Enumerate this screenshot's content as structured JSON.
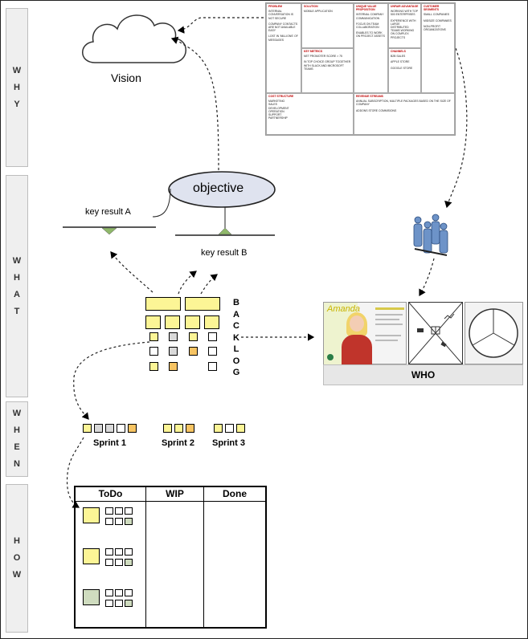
{
  "sections": {
    "why": [
      "W",
      "H",
      "Y"
    ],
    "what": [
      "W",
      "H",
      "A",
      "T"
    ],
    "when": [
      "W",
      "H",
      "E",
      "N"
    ],
    "how": [
      "H",
      "O",
      "W"
    ]
  },
  "vision": "Vision",
  "objective": "objective",
  "key_result_a": "key result A",
  "key_result_b": "key result B",
  "backlog_letters": [
    "B",
    "A",
    "C",
    "K",
    "L",
    "O",
    "G"
  ],
  "sprints": [
    "Sprint 1",
    "Sprint 2",
    "Sprint 3"
  ],
  "who": "WHO",
  "persona_name": "Amanda",
  "kanban": {
    "columns": [
      "ToDo",
      "WIP",
      "Done"
    ]
  },
  "lean_canvas": {
    "problem": {
      "title": "PROBLEM",
      "items": [
        "INTERNAL CONVERSATION IS NOT SECURE",
        "COMPANY CONTACTS ARE NOT AVAILABLE EASY",
        "LOST IN 'MILLIONS' OF MESSAGES"
      ]
    },
    "solution": {
      "title": "SOLUTION",
      "items": [
        "MOBILE APPLICATION"
      ]
    },
    "key_metrics": {
      "title": "KEY METRICS",
      "items": [
        "NET PROMOTER SCORE > 75",
        "IN TOP CHOICE GROUP TOGETHER WITH SLACK AND MICROSOFT TEAMS"
      ]
    },
    "uvp": {
      "title": "UNIQUE VALUE PROPOSITION",
      "items": [
        "INTERNAL COMPANY COMMUNICATION",
        "FOCUS ON TEAM COLLABORATION",
        "ENABLES TO WORK ON PROJECT ASSETS"
      ]
    },
    "unfair": {
      "title": "UNFAIR ADVANTAGE",
      "items": [
        "WORKING WITH TOP 500 ENTERPRISES",
        "EXPERIENCE WITH LARGE DISTRIBUTED TEAMS WORKING ON COMPLEX PROJECTS"
      ]
    },
    "channels": {
      "title": "CHANNELS",
      "items": [
        "B2B SALES",
        "APPLE STORE",
        "GOOGLE STORE"
      ]
    },
    "segments": {
      "title": "CUSTOMER SEGMENTS",
      "items": [
        "SMALL COMPANIES",
        "MIDSIZE COMPANIES",
        "NON-PROFIT ORGANIZATIONS"
      ]
    },
    "cost": {
      "title": "COST STRUCTURE",
      "items": [
        "MARKETING",
        "SALES",
        "DEVELOPMENT",
        "OPERATION",
        "SUPPORT",
        "PARTNERSHIP"
      ]
    },
    "revenue": {
      "title": "REVENUE STREAMS",
      "items": [
        "ANNUAL SUBSCRIPTION, MULTIPLE PACKAGES BASED ON THE SIZE OF COMPANY",
        "ADDONS STORE COMMISIONS"
      ]
    }
  },
  "colors": {
    "yellow": "#fcf596",
    "orange": "#f7c463",
    "gray": "#d9d9d9",
    "green": "#cfdcbf",
    "triangle": "#8fb86a",
    "red_header": "#c00000"
  },
  "icons": [
    "cloud-icon",
    "people-icon",
    "gift-icon",
    "chart-icon",
    "truck-icon"
  ]
}
